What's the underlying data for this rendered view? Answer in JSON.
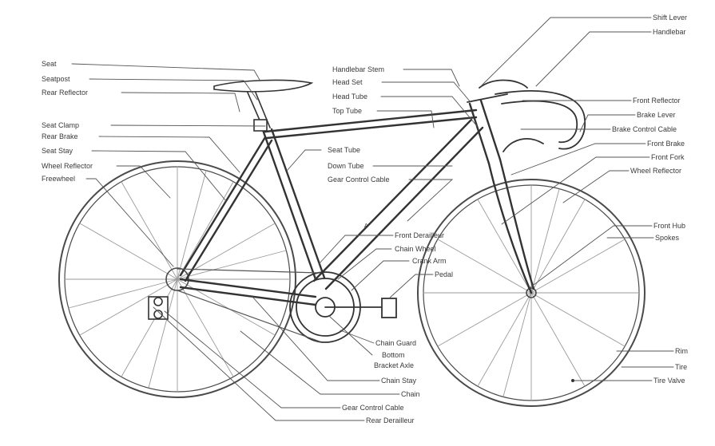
{
  "diagram": {
    "labels_left": {
      "seat": "Seat",
      "seatpost": "Seatpost",
      "rear_reflector": "Rear Reflector",
      "seat_clamp": "Seat Clamp",
      "rear_brake": "Rear Brake",
      "seat_stay": "Seat Stay",
      "wheel_reflector_rear": "Wheel Reflector",
      "freewheel": "Freewheel"
    },
    "labels_center": {
      "handlebar_stem": "Handlebar Stem",
      "head_set": "Head Set",
      "head_tube": "Head Tube",
      "top_tube": "Top Tube",
      "seat_tube": "Seat Tube",
      "down_tube": "Down Tube",
      "gear_control_cable_top": "Gear Control Cable",
      "front_derailleur": "Front Derailleur",
      "chain_wheel": "Chain Wheel",
      "crank_arm": "Crank Arm",
      "pedal": "Pedal",
      "chain_guard": "Chain Guard",
      "bottom": "Bottom",
      "bracket_axle": "Bracket Axle",
      "chain_stay": "Chain Stay",
      "chain": "Chain",
      "gear_control_cable_bottom": "Gear Control Cable",
      "rear_derailleur": "Rear Derailleur"
    },
    "labels_right": {
      "shift_lever": "Shift Lever",
      "handlebar": "Handlebar",
      "front_reflector": "Front Reflector",
      "brake_lever": "Brake Lever",
      "brake_control_cable": "Brake Control Cable",
      "front_brake": "Front Brake",
      "front_fork": "Front Fork",
      "wheel_reflector_front": "Wheel Reflector",
      "front_hub": "Front Hub",
      "spokes": "Spokes",
      "rim": "Rim",
      "tire": "Tire",
      "tire_valve": "Tire Valve"
    },
    "marker": "A"
  }
}
